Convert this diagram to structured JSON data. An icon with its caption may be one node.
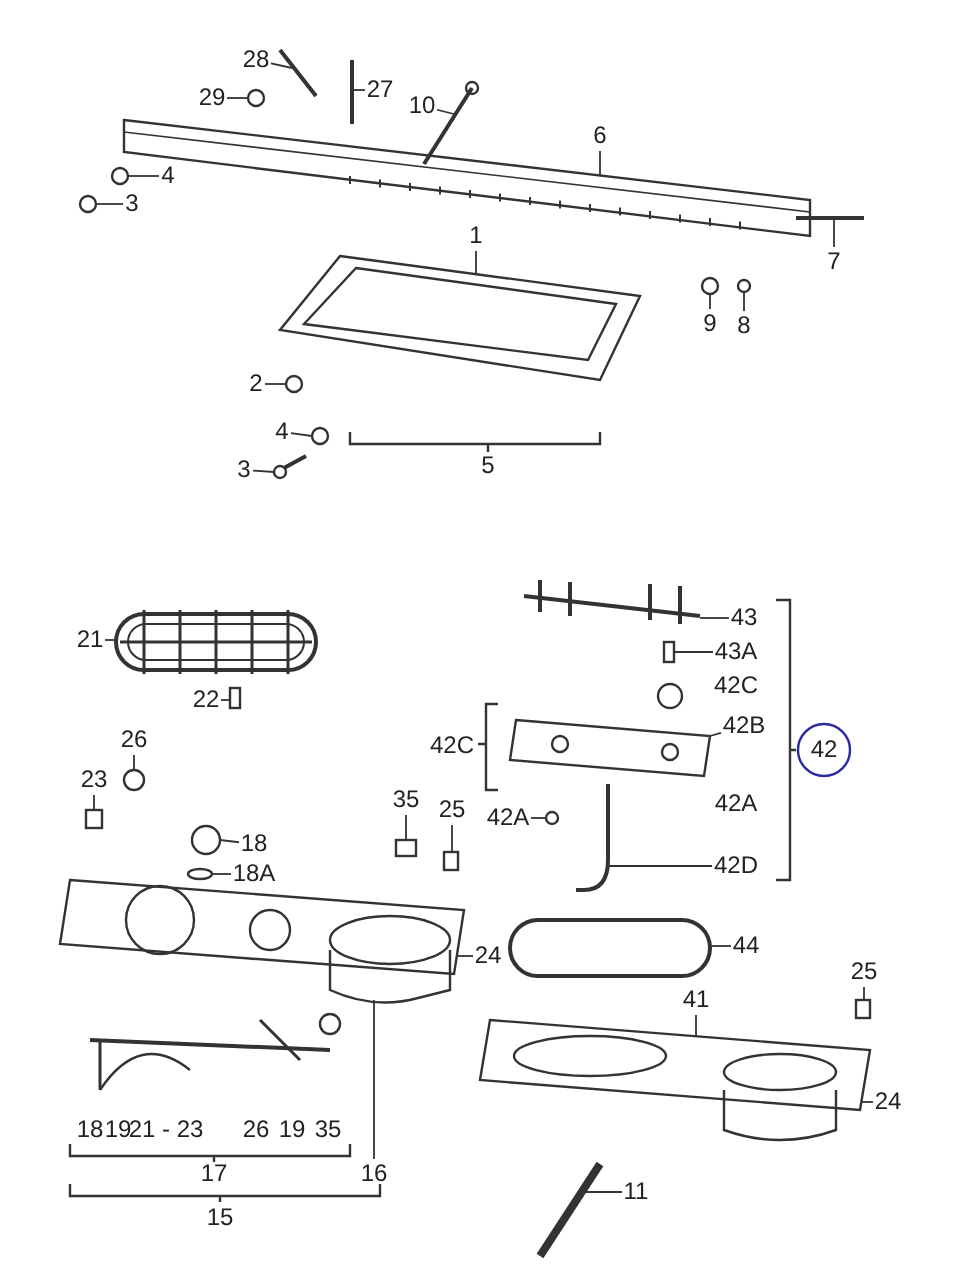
{
  "diagram": {
    "nodes": [
      {
        "text": [
          "28"
        ]
      },
      {
        "text": [
          "29"
        ]
      },
      {
        "text": [
          "27"
        ]
      },
      {
        "text": [
          "10"
        ]
      },
      {
        "text": [
          "6"
        ]
      },
      {
        "text": [
          "4"
        ]
      },
      {
        "text": [
          "3"
        ]
      },
      {
        "text": [
          "1"
        ]
      },
      {
        "text": [
          "7"
        ]
      },
      {
        "text": [
          "9"
        ]
      },
      {
        "text": [
          "8"
        ]
      },
      {
        "text": [
          "2"
        ]
      },
      {
        "text": [
          "4"
        ]
      },
      {
        "text": [
          "3"
        ]
      },
      {
        "text": [
          "43"
        ]
      },
      {
        "text": [
          "43A"
        ]
      },
      {
        "text": [
          "42B"
        ]
      },
      {
        "text": [
          "21"
        ]
      },
      {
        "text": [
          "22"
        ]
      },
      {
        "text": [
          "42A"
        ]
      },
      {
        "text": [
          "26"
        ]
      },
      {
        "text": [
          "23"
        ]
      },
      {
        "text": [
          "42D"
        ]
      },
      {
        "text": [
          "35"
        ]
      },
      {
        "text": [
          "25"
        ]
      },
      {
        "text": [
          "18"
        ]
      },
      {
        "text": [
          "18A"
        ]
      },
      {
        "text": [
          "24"
        ]
      },
      {
        "text": [
          "44"
        ]
      },
      {
        "text": [
          "41"
        ]
      },
      {
        "text": [
          "25"
        ]
      },
      {
        "text": [
          "24"
        ]
      },
      {
        "text": [
          "16"
        ]
      },
      {
        "text": [
          "11"
        ]
      },
      {
        "text": [],
        "shape": "picture"
      },
      {
        "text": [],
        "shape": "circle"
      },
      {
        "text": [],
        "shape": "picture"
      },
      {
        "text": [],
        "shape": "picture"
      },
      {
        "text": [],
        "shape": "picture"
      },
      {
        "text": [],
        "shape": "circle"
      },
      {
        "text": [],
        "shape": "circle"
      },
      {
        "text": [],
        "shape": "picture"
      },
      {
        "text": [],
        "shape": "picture"
      },
      {
        "text": [],
        "shape": "circle"
      },
      {
        "text": [],
        "shape": "circle"
      },
      {
        "text": [],
        "shape": "circle"
      },
      {
        "text": [],
        "shape": "circle"
      },
      {
        "text": [],
        "shape": "picture"
      },
      {
        "text": [],
        "shape": "picture"
      },
      {
        "text": [],
        "shape": "box"
      },
      {
        "text": [],
        "shape": "picture"
      },
      {
        "text": [],
        "shape": "picture"
      },
      {
        "text": [],
        "shape": "box"
      },
      {
        "text": [],
        "shape": "circle"
      },
      {
        "text": [],
        "shape": "circle"
      },
      {
        "text": [],
        "shape": "box"
      },
      {
        "text": [],
        "shape": "picture"
      },
      {
        "text": [],
        "shape": "box"
      },
      {
        "text": [],
        "shape": "box"
      },
      {
        "text": [],
        "shape": "circle"
      },
      {
        "text": [],
        "shape": "circle"
      },
      {
        "text": [],
        "shape": "picture"
      },
      {
        "text": [],
        "shape": "picture"
      },
      {
        "text": [],
        "shape": "picture"
      },
      {
        "text": [],
        "shape": "box"
      },
      {
        "text": [],
        "shape": "picture"
      }
    ],
    "edges": [
      {
        "from": 0,
        "to": 34,
        "arrow": "none"
      },
      {
        "from": 1,
        "to": 35,
        "arrow": "none"
      },
      {
        "from": 2,
        "to": 36,
        "arrow": "none"
      },
      {
        "from": 3,
        "to": 37,
        "arrow": "none"
      },
      {
        "from": 4,
        "to": 38,
        "arrow": "none"
      },
      {
        "from": 5,
        "to": 39,
        "arrow": "none"
      },
      {
        "from": 6,
        "to": 40,
        "arrow": "none"
      },
      {
        "from": 7,
        "to": 41,
        "arrow": "none"
      },
      {
        "from": 8,
        "to": 42,
        "arrow": "none"
      },
      {
        "from": 9,
        "to": 43,
        "arrow": "none"
      },
      {
        "from": 10,
        "to": 44,
        "arrow": "none"
      },
      {
        "from": 11,
        "to": 45,
        "arrow": "none"
      },
      {
        "from": 12,
        "to": 46,
        "arrow": "none"
      },
      {
        "from": 13,
        "to": 47,
        "arrow": "none"
      },
      {
        "from": 14,
        "to": 48,
        "arrow": "none"
      },
      {
        "from": 15,
        "to": 49,
        "arrow": "none"
      },
      {
        "from": 16,
        "to": 50,
        "arrow": "none"
      },
      {
        "from": 17,
        "to": 51,
        "arrow": "none"
      },
      {
        "from": 18,
        "to": 52,
        "arrow": "none"
      },
      {
        "from": 19,
        "to": 53,
        "arrow": "none"
      },
      {
        "from": 20,
        "to": 54,
        "arrow": "none"
      },
      {
        "from": 21,
        "to": 55,
        "arrow": "none"
      },
      {
        "from": 22,
        "to": 56,
        "arrow": "none"
      },
      {
        "from": 23,
        "to": 57,
        "arrow": "none"
      },
      {
        "from": 24,
        "to": 58,
        "arrow": "none"
      },
      {
        "from": 25,
        "to": 59,
        "arrow": "none"
      },
      {
        "from": 26,
        "to": 60,
        "arrow": "none"
      },
      {
        "from": 27,
        "to": 61,
        "arrow": "none"
      },
      {
        "from": 28,
        "to": 62,
        "arrow": "none"
      },
      {
        "from": 29,
        "to": 63,
        "arrow": "none"
      },
      {
        "from": 30,
        "to": 64,
        "arrow": "none"
      },
      {
        "from": 31,
        "to": 63,
        "arrow": "none"
      },
      {
        "from": 32,
        "to": 61,
        "arrow": "none"
      },
      {
        "from": 33,
        "to": 65,
        "arrow": "none"
      }
    ],
    "labels": [
      "5",
      "42C",
      "42C",
      "42",
      "42A",
      "18",
      "19",
      "21 - 23",
      "26",
      "19",
      "35",
      "17",
      "15"
    ]
  }
}
